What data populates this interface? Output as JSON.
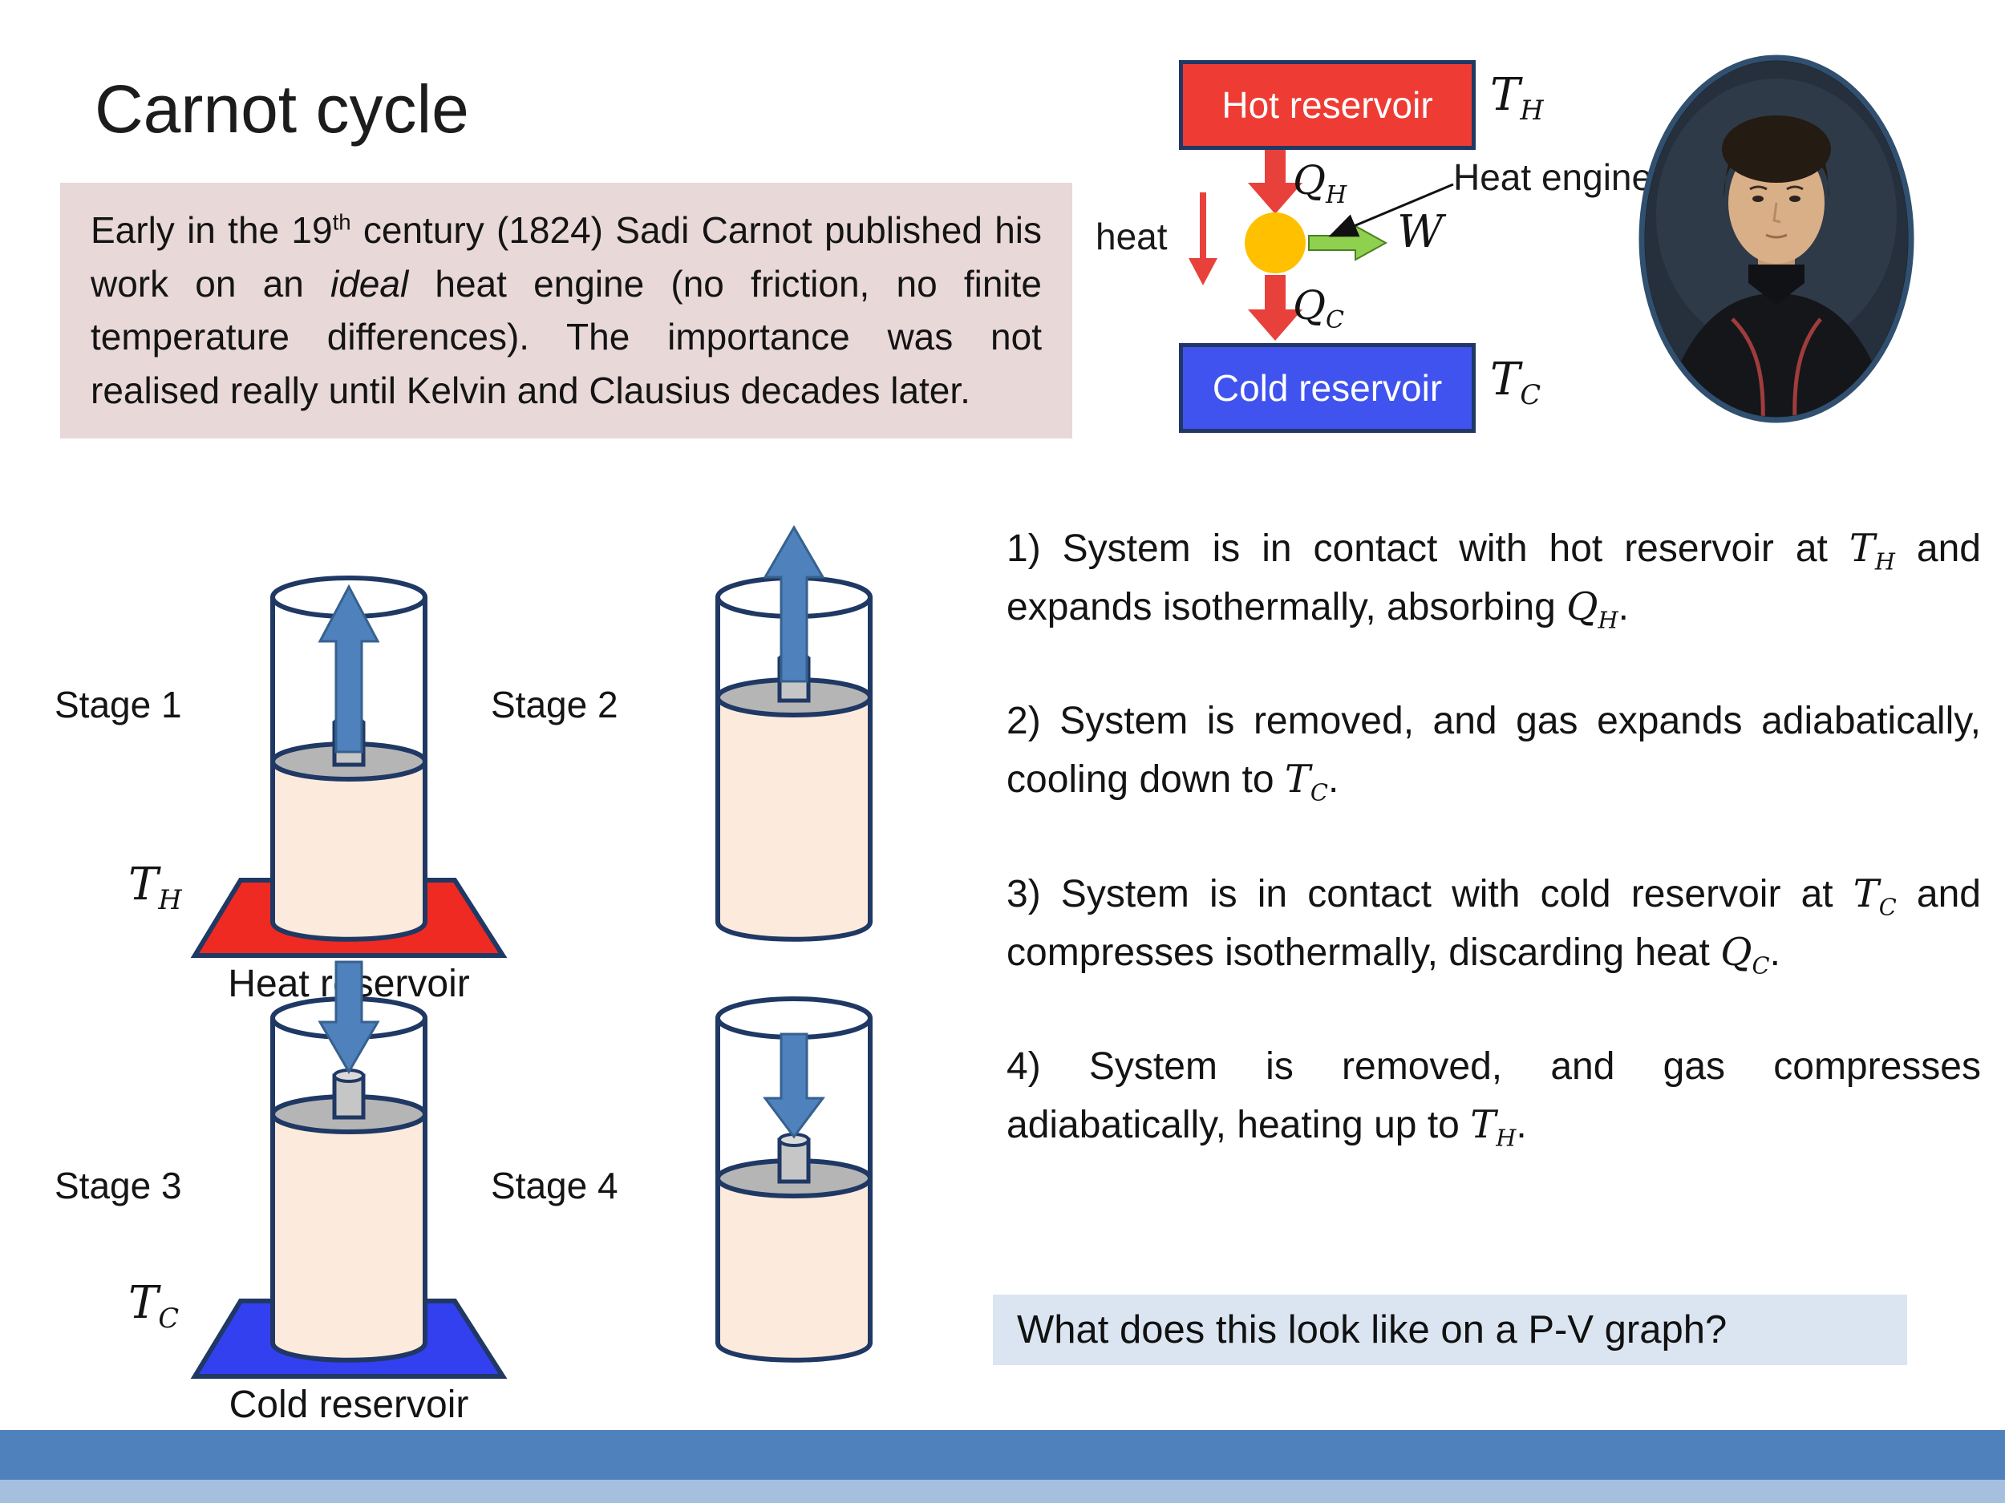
{
  "slide": {
    "title": "Carnot cycle",
    "intro": "Early in the 19^{th} century (1824) Sadi Carnot published his work on an *ideal* heat engine (no friction, no finite temperature differences). The importance was not realised really until Kelvin and Clausius decades later.",
    "question": "What does this look like on a P-V graph?"
  },
  "engine": {
    "hot_box": "Hot reservoir",
    "cold_box": "Cold reservoir",
    "t_hot": "$T_{H}$",
    "t_cold": "$T_{C}$",
    "q_hot": "$Q_{H}$",
    "q_cold": "$Q_{C}$",
    "work": "$W$",
    "heat_label": "heat",
    "engine_label": "Heat engine"
  },
  "stages": {
    "s1": "Stage 1",
    "s2": "Stage 2",
    "s3": "Stage 3",
    "s4": "Stage 4",
    "hot_platform": "Heat reservoir",
    "cold_platform": "Cold reservoir",
    "t_hot": "$T_{H}$",
    "t_cold": "$T_{C}$"
  },
  "steps": [
    "1) System is in contact with hot reservoir at $T_{H}$ and expands isothermally, absorbing $Q_{H}$.",
    "2) System is removed, and gas expands adiabatically, cooling down to $T_{C}$.",
    "3) System is in contact with cold reservoir at $T_{C}$ and compresses isothermally, discarding heat $Q_{C}$.",
    "4) System is removed, and gas compresses adiabatically, heating up to $T_{H}$."
  ],
  "colors": {
    "hot_red": "#ee3b34",
    "cold_blue": "#4053ef",
    "engine_gold": "#ffc000",
    "work_green": "#8fd14f",
    "arrow_red": "#e8413c",
    "piston_arrow_blue": "#4f81bd",
    "intro_bg": "#e9d8d8",
    "question_bg": "#dbe5f1",
    "footer_blue": "#4f81bd"
  }
}
